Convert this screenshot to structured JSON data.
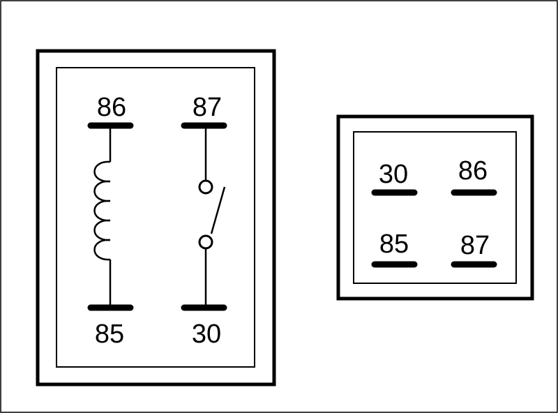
{
  "diagram": {
    "schematic": {
      "coil_top_pin": "86",
      "coil_bottom_pin": "85",
      "switch_top_pin": "87",
      "switch_bottom_pin": "30"
    },
    "pinout": {
      "top_left": "30",
      "top_right": "86",
      "bottom_left": "85",
      "bottom_right": "87"
    }
  },
  "colors": {
    "ink": "#000000",
    "background": "#ffffff"
  }
}
